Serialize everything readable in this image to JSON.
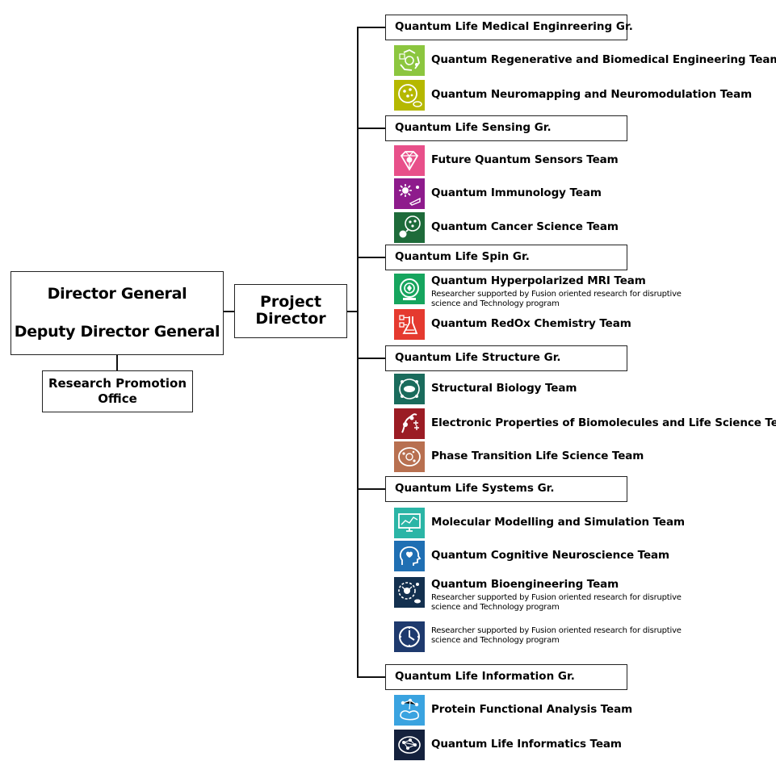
{
  "director": {
    "director_general": "Director General",
    "deputy_director_general": "Deputy Director General"
  },
  "research_promotion_office": {
    "line1": "Research Promotion",
    "line2": "Office"
  },
  "project_director": {
    "line1": "Project",
    "line2": "Director"
  },
  "fusion_note": {
    "line1": "Researcher supported by Fusion oriented research for disruptive",
    "line2": "science and Technology program"
  },
  "groups": [
    {
      "name": "Quantum Life Medical Enginreering Gr."
    },
    {
      "name": "Quantum Life Sensing Gr."
    },
    {
      "name": "Quantum Life Spin Gr."
    },
    {
      "name": "Quantum Life Structure Gr."
    },
    {
      "name": "Quantum Life Systems Gr."
    },
    {
      "name": "Quantum Life Information Gr."
    }
  ],
  "teams": [
    {
      "name": "Quantum Regenerative and Biomedical Engineering Team",
      "icon": "regenerative-icon",
      "color": "#8cc63f"
    },
    {
      "name": "Quantum Neuromapping and Neuromodulation Team",
      "icon": "neuromapping-icon",
      "color": "#b5b800"
    },
    {
      "name": "Future Quantum Sensors Team",
      "icon": "diamond-sensor-icon",
      "color": "#e8508a"
    },
    {
      "name": "Quantum Immunology Team",
      "icon": "immune-cell-icon",
      "color": "#8e1b8c"
    },
    {
      "name": "Quantum Cancer Science Team",
      "icon": "cancer-cell-icon",
      "color": "#1e6b3a"
    },
    {
      "name": "Quantum Hyperpolarized MRI Team",
      "icon": "mri-icon",
      "color": "#16a55e"
    },
    {
      "name": "Quantum RedOx Chemistry Team",
      "icon": "flask-icon",
      "color": "#e53a2f"
    },
    {
      "name": "Structural Biology Team",
      "icon": "protein-structure-icon",
      "color": "#1a6b5c"
    },
    {
      "name": "Electronic Properties of Biomolecules and Life Science Team",
      "icon": "biomolecule-icon",
      "color": "#9b1c24"
    },
    {
      "name": "Phase Transition Life Science Team",
      "icon": "phase-transition-icon",
      "color": "#b87050"
    },
    {
      "name": "Molecular Modelling and Simulation Team",
      "icon": "monitor-simulation-icon",
      "color": "#2bb5a6"
    },
    {
      "name": "Quantum Cognitive Neuroscience Team",
      "icon": "brain-head-icon",
      "color": "#1f6fb3"
    },
    {
      "name": "Quantum Bioengineering Team",
      "icon": "bioengineering-icon",
      "color": "#13304f"
    },
    {
      "name": "",
      "icon": "clock-icon",
      "color": "#1e3a6e"
    },
    {
      "name": "Protein Functional Analysis Team",
      "icon": "protein-network-icon",
      "color": "#3aa3e0"
    },
    {
      "name": "Quantum Life Informatics Team",
      "icon": "network-brain-icon",
      "color": "#14213d"
    }
  ]
}
